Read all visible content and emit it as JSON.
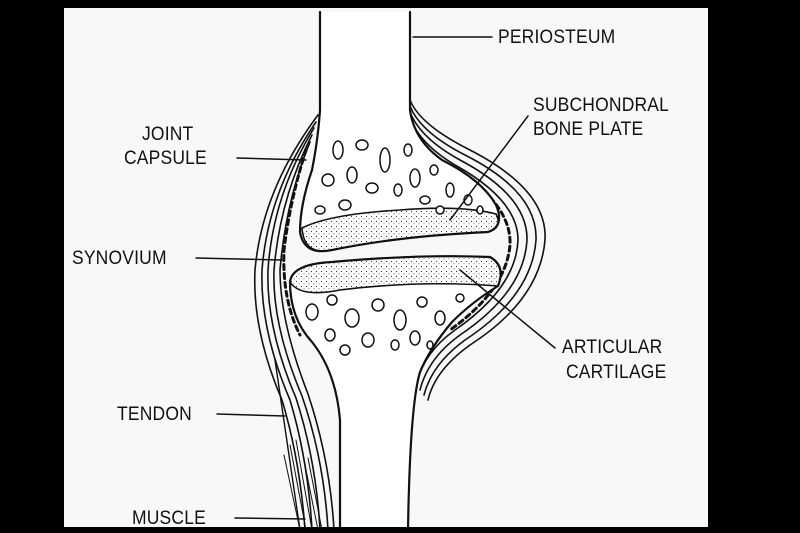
{
  "labels": {
    "periosteum": "PERIOSTEUM",
    "subchondral_1": "SUBCHONDRAL",
    "subchondral_2": "BONE PLATE",
    "joint_capsule_1": "JOINT",
    "joint_capsule_2": "CAPSULE",
    "synovium": "SYNOVIUM",
    "articular_1": "ARTICULAR",
    "articular_2": "CARTILAGE",
    "tendon": "TENDON",
    "muscle": "MUSCLE"
  }
}
